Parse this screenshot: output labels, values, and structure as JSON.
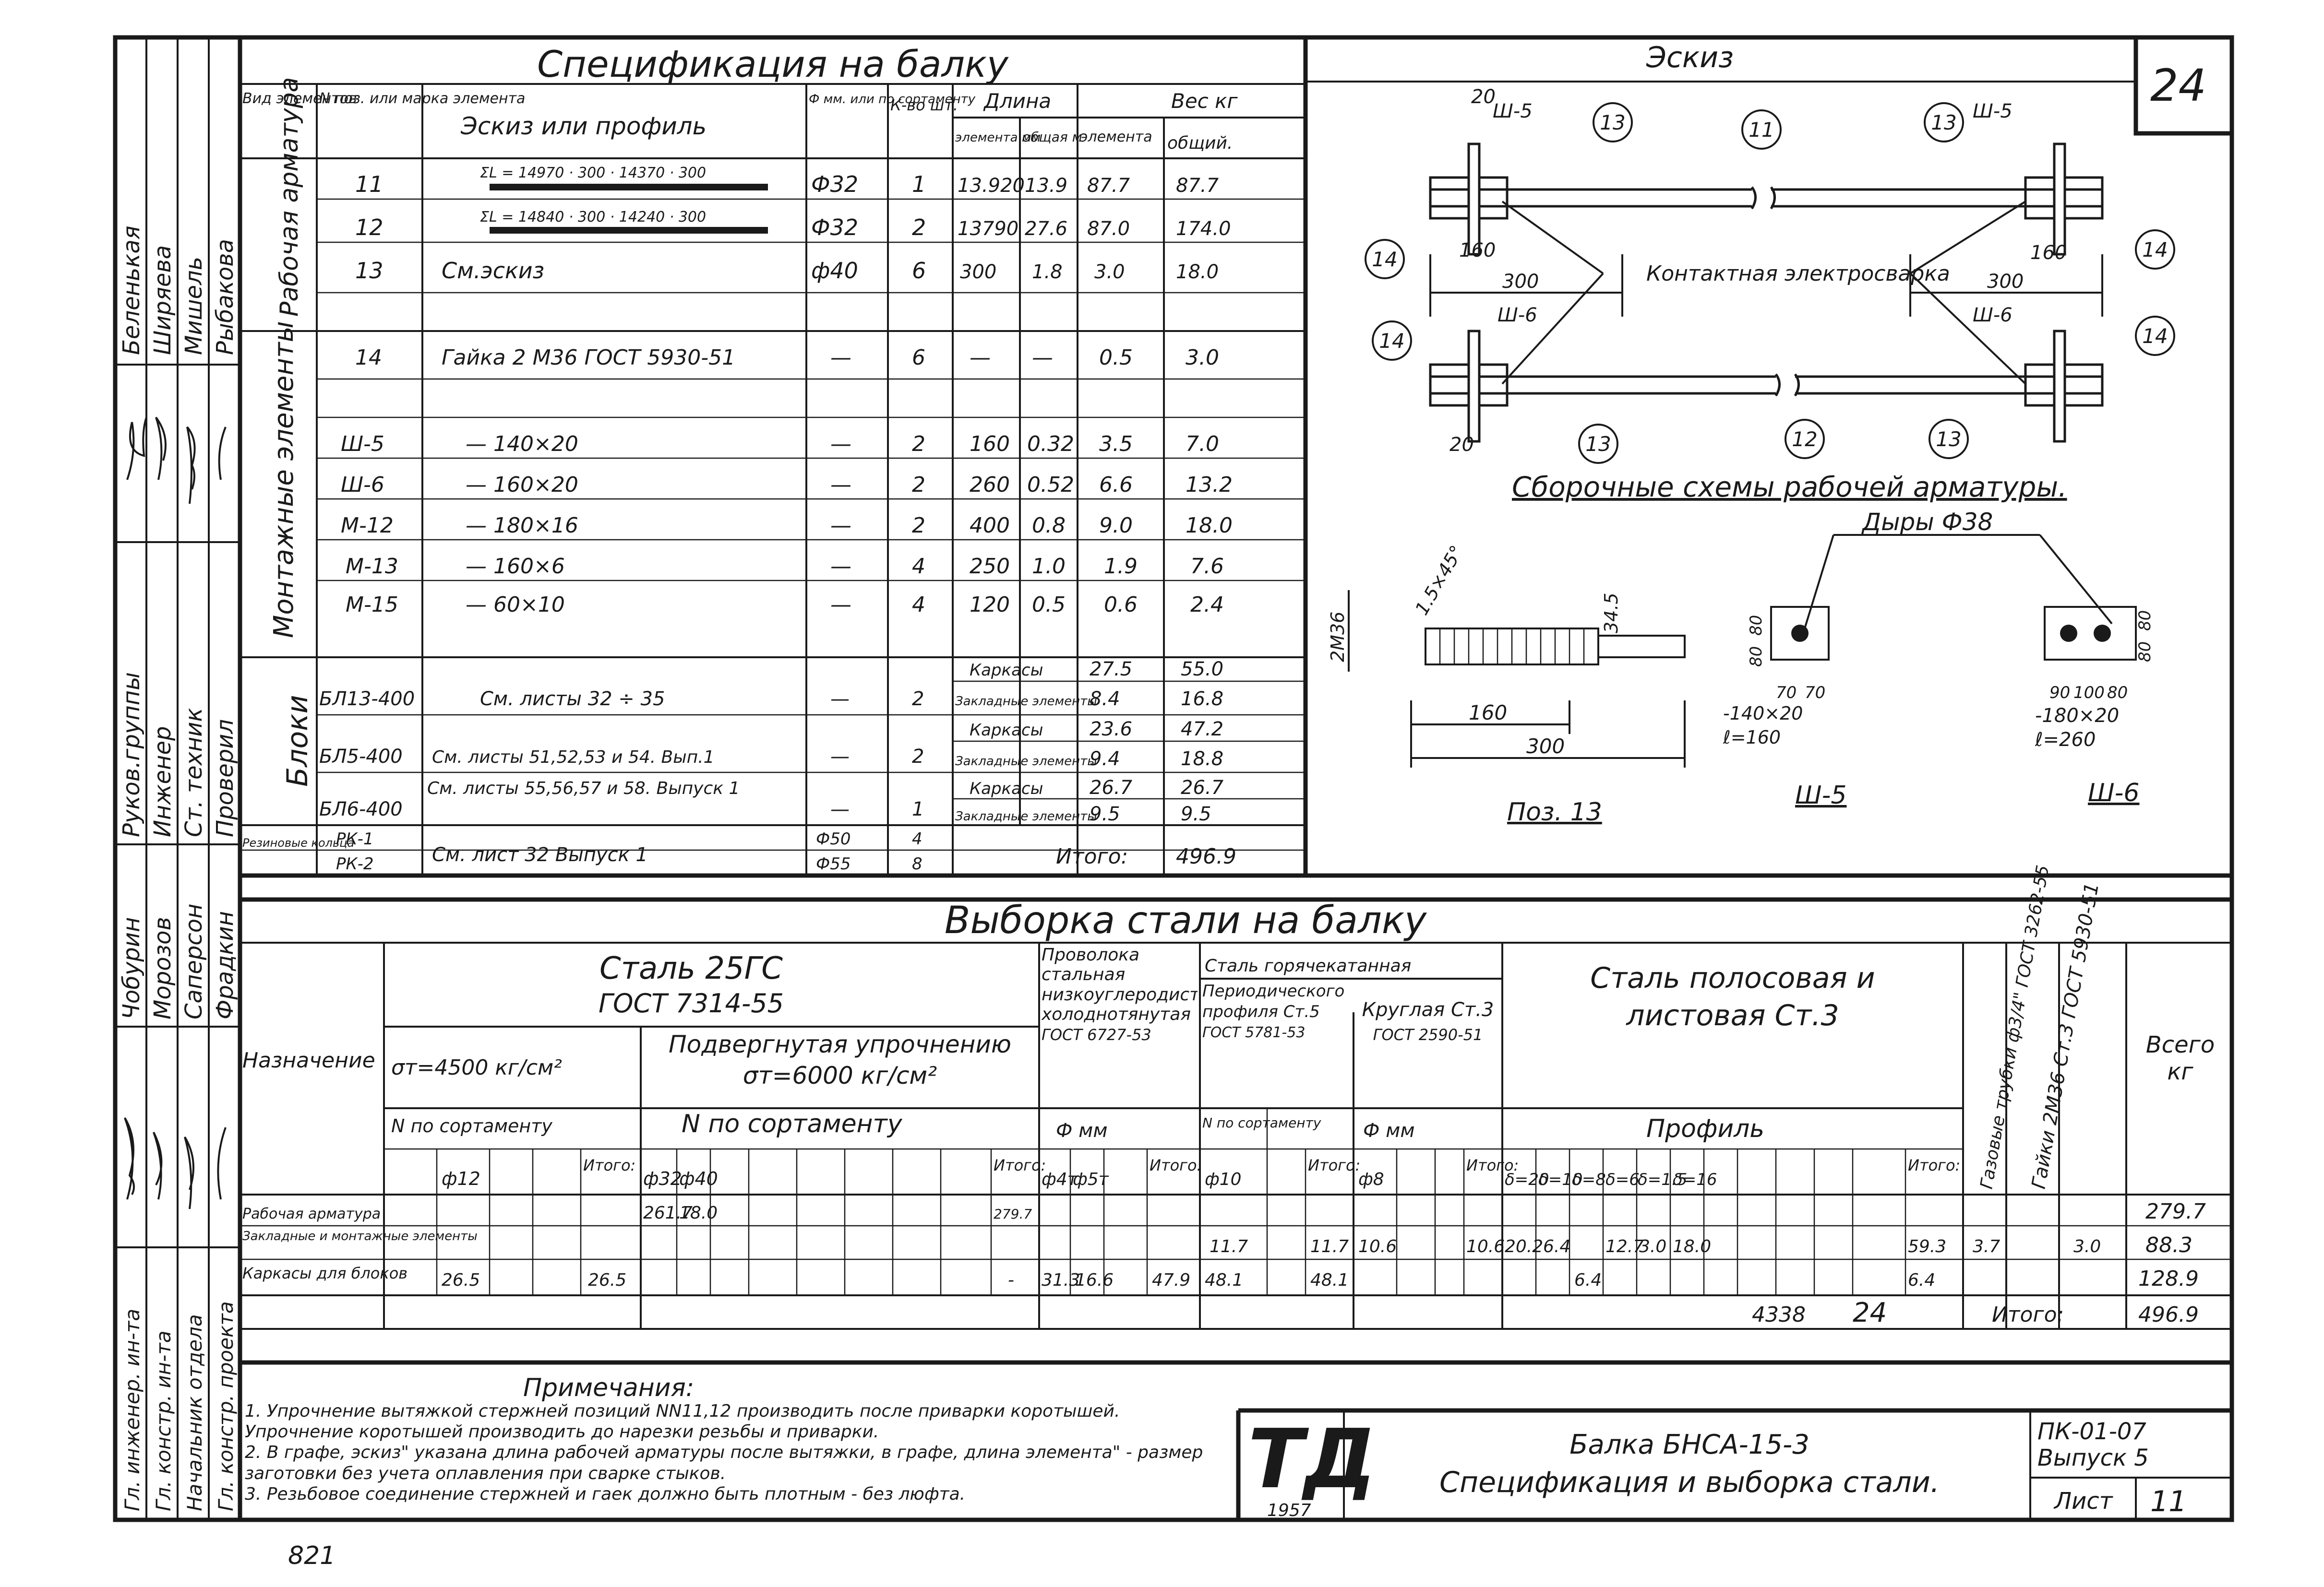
{
  "sheet_number": "24",
  "page_footnote": "821",
  "spec": {
    "title": "Спецификация на балку",
    "headers": {
      "kind": "Вид элементов",
      "pos": "N поз. или марка элемента",
      "sketch": "Эскиз или профиль",
      "diameter": "Ф мм. или по сортаменту",
      "qty": "К-во шт.",
      "length": "Длина",
      "length_el": "элемента мм",
      "length_total": "общая м",
      "weight": "Вес кг",
      "weight_el": "элемента",
      "weight_total": "общий."
    },
    "groups": [
      {
        "label": "Рабочая арматура",
        "rows": [
          {
            "pos": "11",
            "profile": "ΣL = 14970 · 300 · 14370 · 300",
            "dia": "Ф32",
            "qty": "1",
            "len_el": "13.920",
            "len_tot": "13.9",
            "w_el": "87.7",
            "w_tot": "87.7"
          },
          {
            "pos": "12",
            "profile": "ΣL = 14840 · 300 · 14240 · 300",
            "dia": "Ф32",
            "qty": "2",
            "len_el": "13790",
            "len_tot": "27.6",
            "w_el": "87.0",
            "w_tot": "174.0"
          },
          {
            "pos": "13",
            "profile": "См.эскиз",
            "dia": "ф40",
            "qty": "6",
            "len_el": "300",
            "len_tot": "1.8",
            "w_el": "3.0",
            "w_tot": "18.0"
          }
        ]
      },
      {
        "label": "Монтажные элементы",
        "rows": [
          {
            "pos": "14",
            "profile": "Гайка 2 М36 ГОСТ 5930-51",
            "dia": "—",
            "qty": "6",
            "len_el": "—",
            "len_tot": "—",
            "w_el": "0.5",
            "w_tot": "3.0"
          },
          {
            "pos": "Ш-5",
            "profile": "— 140×20",
            "dia": "—",
            "qty": "2",
            "len_el": "160",
            "len_tot": "0.32",
            "w_el": "3.5",
            "w_tot": "7.0"
          },
          {
            "pos": "Ш-6",
            "profile": "— 160×20",
            "dia": "—",
            "qty": "2",
            "len_el": "260",
            "len_tot": "0.52",
            "w_el": "6.6",
            "w_tot": "13.2"
          },
          {
            "pos": "М-12",
            "profile": "— 180×16",
            "dia": "—",
            "qty": "2",
            "len_el": "400",
            "len_tot": "0.8",
            "w_el": "9.0",
            "w_tot": "18.0"
          },
          {
            "pos": "М-13",
            "profile": "— 160×6",
            "dia": "—",
            "qty": "4",
            "len_el": "250",
            "len_tot": "1.0",
            "w_el": "1.9",
            "w_tot": "7.6"
          },
          {
            "pos": "М-15",
            "profile": "— 60×10",
            "dia": "—",
            "qty": "4",
            "len_el": "120",
            "len_tot": "0.5",
            "w_el": "0.6",
            "w_tot": "2.4"
          }
        ]
      },
      {
        "label": "Блоки",
        "rows": [
          {
            "pos": "БЛ13-400",
            "profile": "См. листы 32 ÷ 35",
            "dia": "—",
            "qty": "2",
            "sub": [
              {
                "name": "Каркасы",
                "w_el": "27.5",
                "w_tot": "55.0"
              },
              {
                "name": "Закладные элементы",
                "w_el": "8.4",
                "w_tot": "16.8"
              }
            ]
          },
          {
            "pos": "БЛ5-400",
            "profile": "См. листы 51,52,53 и 54. Вып.1",
            "dia": "—",
            "qty": "2",
            "sub": [
              {
                "name": "Каркасы",
                "w_el": "23.6",
                "w_tot": "47.2"
              },
              {
                "name": "Закладные элементы",
                "w_el": "9.4",
                "w_tot": "18.8"
              }
            ]
          },
          {
            "pos": "БЛ6-400",
            "profile": "См. листы 55,56,57 и 58. Выпуск 1",
            "dia": "—",
            "qty": "1",
            "sub": [
              {
                "name": "Каркасы",
                "w_el": "26.7",
                "w_tot": "26.7"
              },
              {
                "name": "Закладные элементы",
                "w_el": "9.5",
                "w_tot": "9.5"
              }
            ]
          }
        ]
      },
      {
        "label": "Резиновые кольца",
        "rows": [
          {
            "pos": "РК-1",
            "profile": "См. лист 32 Выпуск 1",
            "dia": "Ф50",
            "qty": "4"
          },
          {
            "pos": "РК-2",
            "profile": "",
            "dia": "Ф55",
            "qty": "8"
          }
        ]
      }
    ],
    "total_label": "Итого:",
    "total": "496.9"
  },
  "sketch": {
    "title": "Эскиз",
    "caption_assembly": "Сборочные схемы рабочей арматуры.",
    "welding_note": "Контактная электросварка",
    "holes_note": "Дыры Ф38",
    "bubbles": [
      "13",
      "11",
      "13",
      "14",
      "14",
      "14",
      "14",
      "13",
      "12",
      "13"
    ],
    "dims": [
      "20",
      "Ш-5",
      "Ш-5",
      "160",
      "160",
      "300",
      "300",
      "Ш-6",
      "Ш-6",
      "20"
    ],
    "pos13": {
      "caption": "Поз. 13",
      "d1": "2М36",
      "d2": "1.5×45°",
      "d3": "34.5",
      "d4": "160",
      "d5": "300"
    },
    "sh5": {
      "caption": "Ш-5",
      "d1": "80",
      "d2": "80",
      "d3": "70",
      "d4": "70",
      "note1": "-140×20",
      "note2": "ℓ=160"
    },
    "sh6": {
      "caption": "Ш-6",
      "d1": "90",
      "d2": "100",
      "d3": "80",
      "d4": "80",
      "d5": "80",
      "note1": "-180×20",
      "note2": "ℓ=260"
    }
  },
  "vyborka": {
    "title": "Выборка стали на балку",
    "col_purpose": "Назначение",
    "steel25": {
      "title": "Сталь 25ГС",
      "gost": "ГОСТ 7314-55",
      "sub1": "σт=4500 кг/см²",
      "sub2": "Подвергнутая упрочнению σт=6000 кг/см²",
      "nsort1": "N по сортаменту",
      "nsort2": "N по сортаменту",
      "c1": "ф12",
      "c2": "ф32",
      "c3": "ф40",
      "itogo": "Итого:"
    },
    "wire": {
      "title": "Проволока стальная низкоуглеродистая холоднотянутая",
      "gost": "ГОСТ 6727-53",
      "mm": "Ф мм",
      "c1": "ф4т",
      "c2": "ф5т",
      "itogo": "Итого:"
    },
    "hot": {
      "title": "Сталь горячекатанная",
      "periodic": "Периодического профиля Ст.5",
      "periodic_gost": "ГОСТ 5781-53",
      "round": "Круглая Ст.3",
      "round_gost": "ГОСТ 2590-51",
      "nsort": "N по сортаменту",
      "mm": "Ф мм",
      "c1": "ф10",
      "c2": "ф8",
      "itogo": "Итого:"
    },
    "strip": {
      "title": "Сталь полосовая и листовая Ст.3",
      "profile": "Профиль",
      "cols": [
        "δ=20",
        "δ=10",
        "δ=8",
        "δ=6",
        "δ=1.5",
        "δ=16"
      ],
      "itogo": "Итого:"
    },
    "pipes": "Газовые трубки ф3/4\" ГОСТ 3262-55",
    "nuts": "Гайки 2М36 Ст.3 ГОСТ 5930-51",
    "total_col": "Всего кг",
    "rows": [
      {
        "name": "Рабочая арматура",
        "c2": "261.7",
        "c3": "18.0",
        "it25": "279.7",
        "total": "279.7"
      },
      {
        "name": "Закладные и монтажные элементы",
        "hot_c1": "11.7",
        "hot_it1": "11.7",
        "hot_c2": "10.6",
        "hot_it2": "10.6",
        "s20": "20.2",
        "s10": "6.4",
        "s6": "12.7",
        "s15": "3.0",
        "s16": "18.0",
        "strip_it": "59.3",
        "pipes": "3.7",
        "nuts": "3.0",
        "total": "88.3"
      },
      {
        "name": "Каркасы для блоков",
        "c1": "26.5",
        "it1": "26.5",
        "it25": "-",
        "w1": "31.3",
        "w2": "16.6",
        "w_it": "47.9",
        "hot_c1": "48.1",
        "hot_it1": "48.1",
        "s8": "6.4",
        "strip_it": "6.4",
        "total": "128.9"
      }
    ],
    "bottom_left": "4338",
    "bottom_mid": "24",
    "itogo": "Итого:",
    "grand_total": "496.9"
  },
  "notes": {
    "title": "Примечания:",
    "items": [
      "1. Упрочнение вытяжкой стержней позиций NN11,12 производить после приварки коротышей. Упрочнение коротышей производить до нарезки резьбы и приварки.",
      "2. В графе, эскиз\" указана длина рабочей арматуры после вытяжки, в графе, длина элемента\" - размер заготовки без учета оплавления при сварке стыков.",
      "3. Резьбовое соединение стержней и гаек должно быть плотным - без люфта."
    ]
  },
  "stamp": {
    "logo": "ТД",
    "year": "1957",
    "title1": "Балка БНСА-15-3",
    "title2": "Спецификация и выборка стали.",
    "code": "ПК-01-07",
    "issue": "Выпуск 5",
    "sheet_label": "Лист",
    "sheet_no": "11"
  },
  "side": {
    "names1": [
      "Беленькая",
      "Ширяева",
      "Мишель",
      "Рыбакова"
    ],
    "roles1": [
      "Руков.группы",
      "Инженер",
      "Ст. техник",
      "Проверил"
    ],
    "names2": [
      "Чобурин",
      "Морозов",
      "Саперсон",
      "Фрадкин"
    ],
    "roles2": [
      "Гл. инженер. ин-та",
      "Гл. констр. ин-та",
      "Начальник отдела",
      "Гл. констр. проекта"
    ]
  }
}
